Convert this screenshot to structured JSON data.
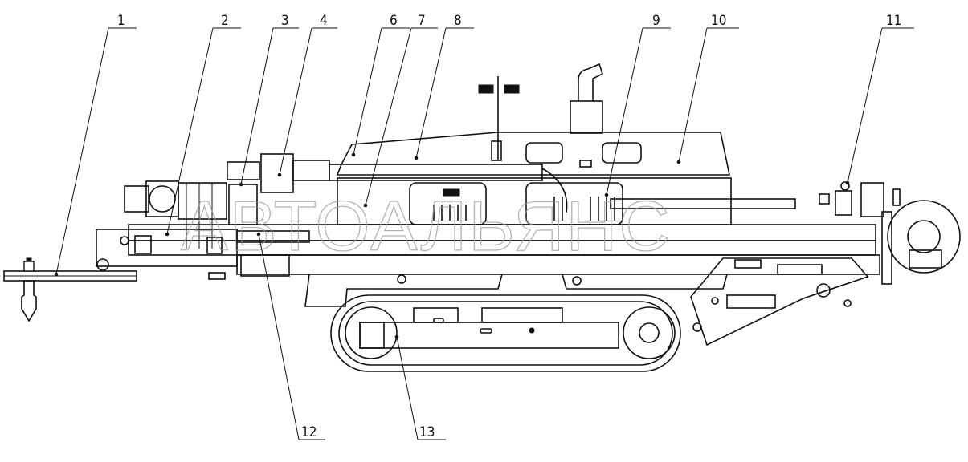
{
  "watermark": "АВТОАЛЬЯНС",
  "callouts": [
    {
      "id": "1",
      "label": "1"
    },
    {
      "id": "2",
      "label": "2"
    },
    {
      "id": "3",
      "label": "3"
    },
    {
      "id": "4",
      "label": "4"
    },
    {
      "id": "6",
      "label": "6"
    },
    {
      "id": "7",
      "label": "7"
    },
    {
      "id": "8",
      "label": "8"
    },
    {
      "id": "9",
      "label": "9"
    },
    {
      "id": "10",
      "label": "10"
    },
    {
      "id": "11",
      "label": "11"
    },
    {
      "id": "12",
      "label": "12"
    },
    {
      "id": "13",
      "label": "13"
    }
  ]
}
